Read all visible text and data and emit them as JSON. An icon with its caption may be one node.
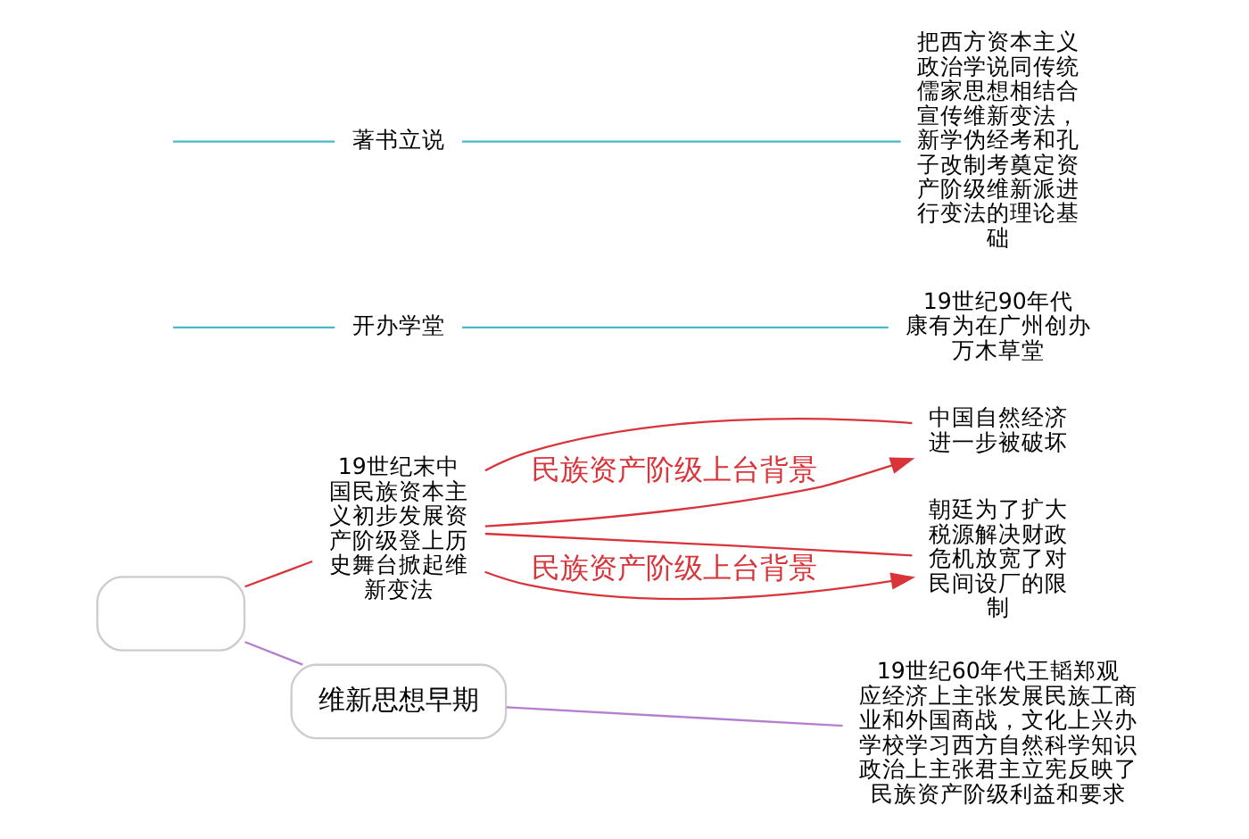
{
  "diagram": {
    "nodes": [
      {
        "text": [],
        "shape": "box"
      },
      {
        "text": [
          "19世纪末中国民族资本主义初步发展资产阶级登上历史舞台掀起维新变法"
        ]
      },
      {
        "text": [
          "中国自然经济进一步被破坏"
        ]
      },
      {
        "text": [
          "朝廷为了扩大税源解决财政危机放宽了对民间设厂的限制"
        ]
      },
      {
        "text": [
          "维新思想早期"
        ]
      },
      {
        "text": [
          "19世纪60年代王韬郑观应经济上主张发展民族工商业和外国商战，文化上兴办学校学习西方自然科学知识政治上主张君主立宪反映了民族资产阶级利益和要求"
        ]
      },
      {
        "text": [
          "开办学堂"
        ]
      },
      {
        "text": [
          "19世纪90年代康有为在广州创办万木草堂"
        ]
      },
      {
        "text": [
          "著书立说"
        ]
      },
      {
        "text": [
          "把西方资本主义政治学说同传统儒家思想相结合宣传维新变法，新学伪经考和孔子改制考奠定资产阶级维新派进行变法的理论基础"
        ]
      }
    ],
    "edges": [
      {
        "from": 0,
        "to": 1,
        "arrow": "none",
        "color": "#d9343a"
      },
      {
        "from": 1,
        "to": 2,
        "arrow": "none",
        "color": "#d9343a"
      },
      {
        "from": 1,
        "to": 3,
        "arrow": "none",
        "color": "#d9343a"
      },
      {
        "from": 1,
        "to": 2,
        "arrow": "to",
        "label": "民族资产阶级上台背景",
        "color": "#d9343a"
      },
      {
        "from": 1,
        "to": 3,
        "arrow": "to",
        "label": "民族资产阶级上台背景",
        "color": "#d9343a"
      },
      {
        "from": 0,
        "to": 4,
        "arrow": "none",
        "color": "#b57fd0"
      },
      {
        "from": 4,
        "to": 5,
        "arrow": "none",
        "color": "#b57fd0"
      },
      {
        "from": null,
        "to": 6,
        "arrow": "none",
        "color": "#4ab8c8"
      },
      {
        "from": 6,
        "to": 7,
        "arrow": "none",
        "color": "#4ab8c8"
      },
      {
        "from": null,
        "to": 8,
        "arrow": "none",
        "color": "#4ab8c8"
      },
      {
        "from": 8,
        "to": 9,
        "arrow": "none",
        "color": "#4ab8c8"
      }
    ]
  }
}
